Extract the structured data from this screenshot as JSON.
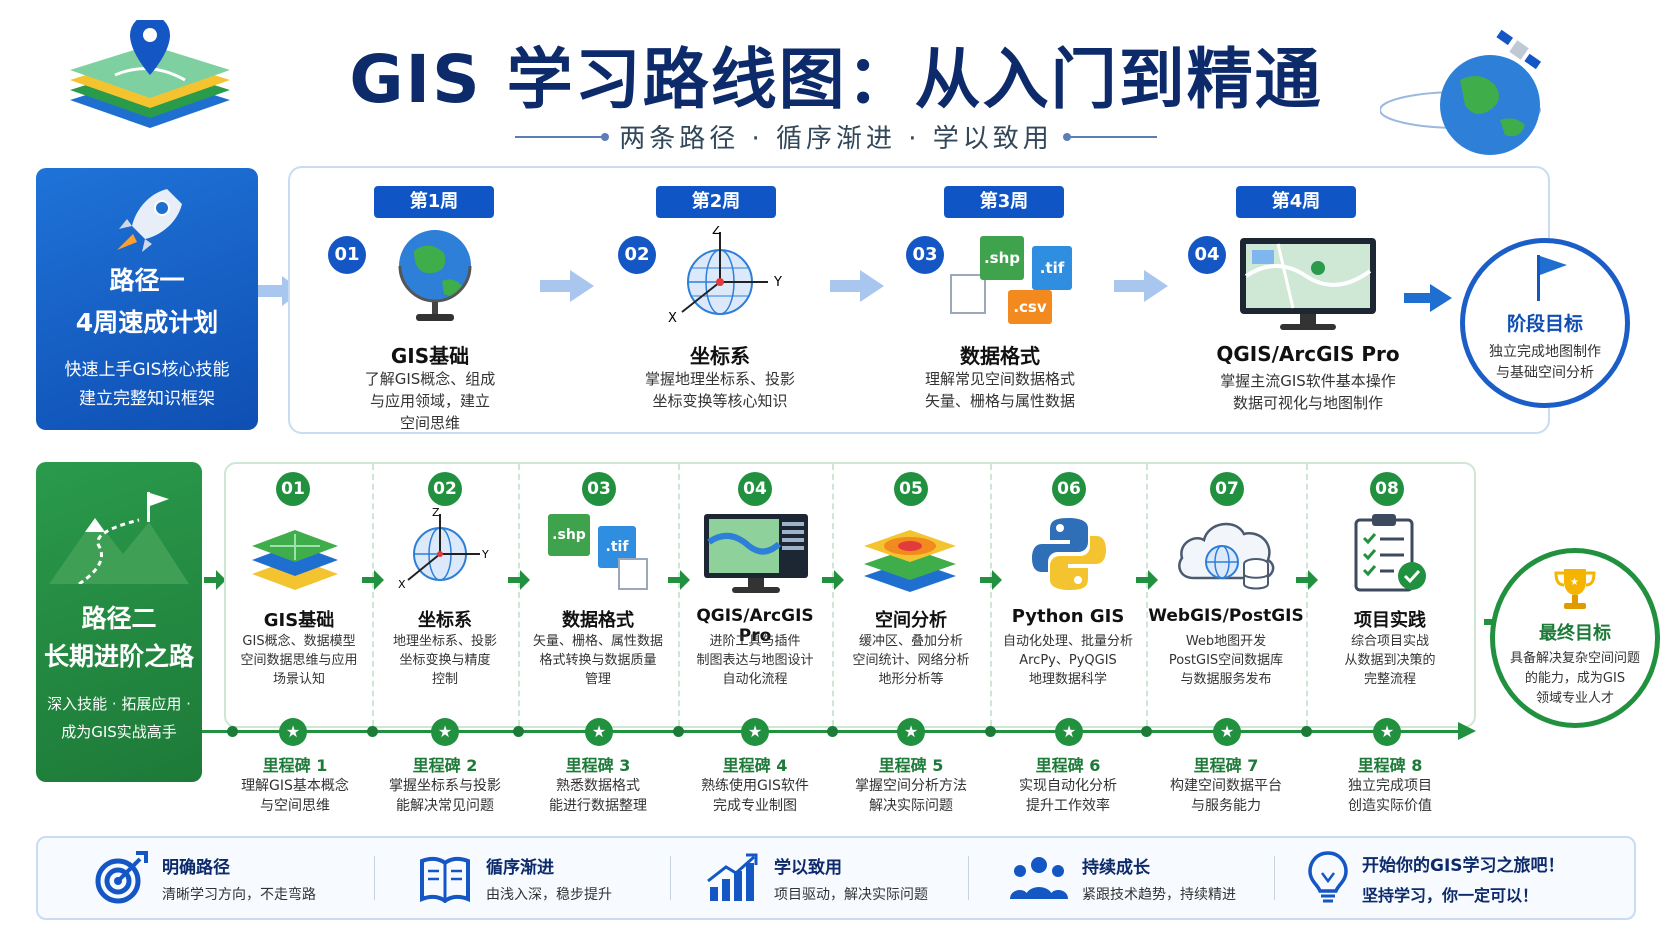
{
  "header": {
    "title": "GIS 学习路线图：从入门到精通",
    "subtitle": "两条路径 · 循序渐进 · 学以致用"
  },
  "path1": {
    "title_line1": "路径一",
    "title_line2": "4周速成计划",
    "desc_line1": "快速上手GIS核心技能",
    "desc_line2": "建立完整知识框架",
    "steps": [
      {
        "week": "第1周",
        "num": "01",
        "title": "GIS基础",
        "desc": [
          "了解GIS概念、组成",
          "与应用领域，建立",
          "空间思维"
        ]
      },
      {
        "week": "第2周",
        "num": "02",
        "title": "坐标系",
        "desc": [
          "掌握地理坐标系、投影",
          "坐标变换等核心知识"
        ]
      },
      {
        "week": "第3周",
        "num": "03",
        "title": "数据格式",
        "desc": [
          "理解常见空间数据格式",
          "矢量、栅格与属性数据"
        ]
      },
      {
        "week": "第4周",
        "num": "04",
        "title": "QGIS/ArcGIS Pro",
        "desc": [
          "掌握主流GIS软件基本操作",
          "数据可视化与地图制作"
        ]
      }
    ],
    "goal": {
      "title": "阶段目标",
      "desc": [
        "独立完成地图制作",
        "与基础空间分析"
      ]
    },
    "file_labels": {
      "shp": ".shp",
      "tif": ".tif",
      "csv": ".csv"
    }
  },
  "path2": {
    "title_line1": "路径二",
    "title_line2": "长期进阶之路",
    "desc_line1": "深入技能 · 拓展应用 ·",
    "desc_line2": "成为GIS实战高手",
    "steps": [
      {
        "num": "01",
        "title": "GIS基础",
        "desc": [
          "GIS概念、数据模型",
          "空间数据思维与应用",
          "场景认知"
        ]
      },
      {
        "num": "02",
        "title": "坐标系",
        "desc": [
          "地理坐标系、投影",
          "坐标变换与精度",
          "控制"
        ]
      },
      {
        "num": "03",
        "title": "数据格式",
        "desc": [
          "矢量、栅格、属性数据",
          "格式转换与数据质量",
          "管理"
        ]
      },
      {
        "num": "04",
        "title": "QGIS/ArcGIS Pro",
        "desc": [
          "进阶工具与插件",
          "制图表达与地图设计",
          "自动化流程"
        ]
      },
      {
        "num": "05",
        "title": "空间分析",
        "desc": [
          "缓冲区、叠加分析",
          "空间统计、网络分析",
          "地形分析等"
        ]
      },
      {
        "num": "06",
        "title": "Python GIS",
        "desc": [
          "自动化处理、批量分析",
          "ArcPy、PyQGIS",
          "地理数据科学"
        ]
      },
      {
        "num": "07",
        "title": "WebGIS/PostGIS",
        "desc": [
          "Web地图开发",
          "PostGIS空间数据库",
          "与数据服务发布"
        ]
      },
      {
        "num": "08",
        "title": "项目实践",
        "desc": [
          "综合项目实战",
          "从数据到决策的",
          "完整流程"
        ]
      }
    ],
    "milestones": [
      {
        "title": "里程碑 1",
        "desc": [
          "理解GIS基本概念",
          "与空间思维"
        ]
      },
      {
        "title": "里程碑 2",
        "desc": [
          "掌握坐标系与投影",
          "能解决常见问题"
        ]
      },
      {
        "title": "里程碑 3",
        "desc": [
          "熟悉数据格式",
          "能进行数据整理"
        ]
      },
      {
        "title": "里程碑 4",
        "desc": [
          "熟练使用GIS软件",
          "完成专业制图"
        ]
      },
      {
        "title": "里程碑 5",
        "desc": [
          "掌握空间分析方法",
          "解决实际问题"
        ]
      },
      {
        "title": "里程碑 6",
        "desc": [
          "实现自动化分析",
          "提升工作效率"
        ]
      },
      {
        "title": "里程碑 7",
        "desc": [
          "构建空间数据平台",
          "与服务能力"
        ]
      },
      {
        "title": "里程碑 8",
        "desc": [
          "独立完成项目",
          "创造实际价值"
        ]
      }
    ],
    "final_goal": {
      "title": "最终目标",
      "desc": [
        "具备解决复杂空间问题",
        "的能力，成为GIS",
        "领域专业人才"
      ]
    },
    "file_labels": {
      "shp": ".shp",
      "tif": ".tif"
    }
  },
  "footer": {
    "items": [
      {
        "icon": "target-icon",
        "title": "明确路径",
        "desc": "清晰学习方向，不走弯路"
      },
      {
        "icon": "book-icon",
        "title": "循序渐进",
        "desc": "由浅入深，稳步提升"
      },
      {
        "icon": "growth-chart-icon",
        "title": "学以致用",
        "desc": "项目驱动，解决实际问题"
      },
      {
        "icon": "people-icon",
        "title": "持续成长",
        "desc": "紧跟技术趋势，持续精进"
      },
      {
        "icon": "lightbulb-icon",
        "title": "开始你的GIS学习之旅吧！",
        "desc": "坚持学习，你一定可以！"
      }
    ]
  },
  "colors": {
    "blue": "#0f55c6",
    "green": "#21913f",
    "navy": "#0d2b6b"
  }
}
